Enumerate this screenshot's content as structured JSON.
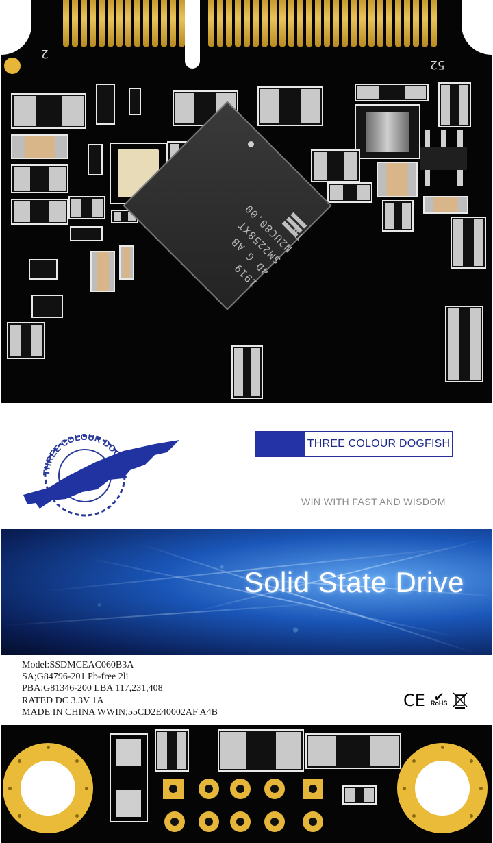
{
  "pcb": {
    "pin_left": "2",
    "pin_right": "52",
    "chip_lines": [
      "1919",
      "4D  G AB",
      "SM2258XT",
      "N2UC80.00",
      "TW"
    ]
  },
  "label": {
    "logo_ring_text": "THREE COLOUR DOGFISH TECHNOLOGY",
    "brand": "THREE COLOUR DOGFISH",
    "slogan": "WIN WITH FAST AND WISDOM",
    "banner_title": "Solid State Drive",
    "specs": [
      "Model:SSDMCEAC060B3A",
      "SA;G84796-201    Pb-free 2li",
      "PBA:G81346-200    LBA 117,231,408",
      "RATED DC 3.3V 1A",
      "MADE IN CHINA    WWIN;55CD2E40002AF   A4B"
    ],
    "cert_ce": "CE",
    "cert_rohs": "RoHS"
  },
  "colors": {
    "pcb": "#050505",
    "gold": "#e0b440",
    "brand_blue": "#2433a6",
    "banner_blue": "#1a56b8"
  }
}
